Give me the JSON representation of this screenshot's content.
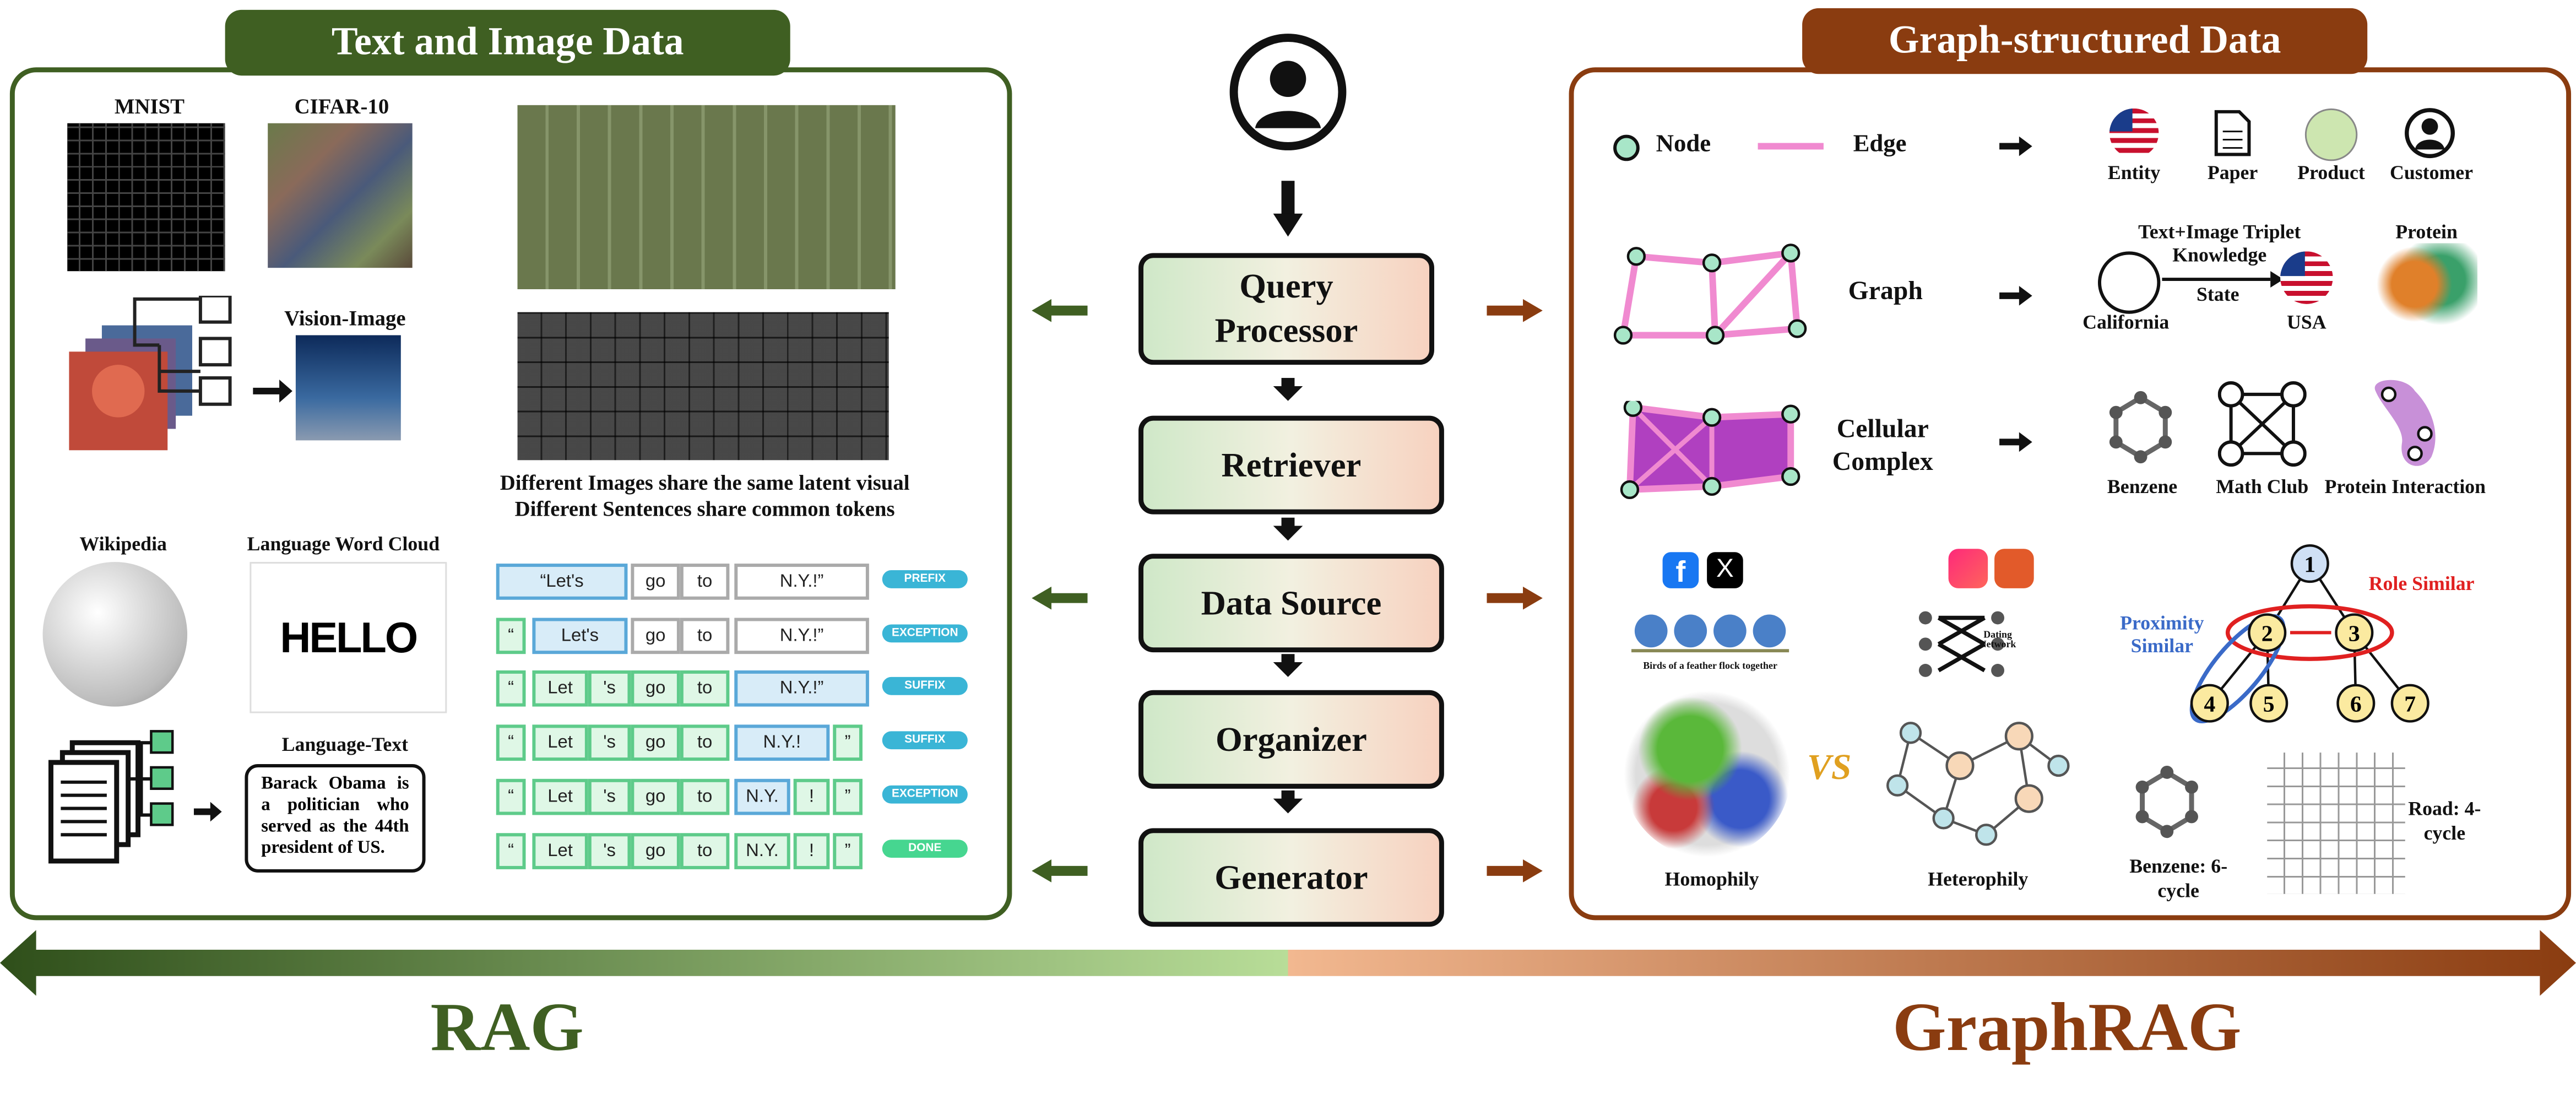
{
  "left_panel": {
    "title": "Text and Image Data",
    "mnist": "MNIST",
    "cifar": "CIFAR-10",
    "vision_image": "Vision-Image",
    "latent_caption_1": "Different Images share the same latent visual",
    "latent_caption_2": "Different Sentences share common tokens",
    "wikipedia": "Wikipedia",
    "word_cloud": "Language Word Cloud",
    "language_text": "Language-Text",
    "obama_text": "Barack Obama is a politician who served as the 44th president of US.",
    "tokens": {
      "row1": [
        "“Let's",
        "go",
        "to",
        "N.Y.!”"
      ],
      "row2": [
        "“",
        "Let's",
        "go",
        "to",
        "N.Y.!”"
      ],
      "row3": [
        "“",
        "Let",
        "'s",
        "go",
        "to",
        "N.Y.!”"
      ],
      "row4": [
        "“",
        "Let",
        "'s",
        "go",
        "to",
        "N.Y.!",
        "”"
      ],
      "row5": [
        "“",
        "Let",
        "'s",
        "go",
        "to",
        "N.Y.",
        "!",
        "”"
      ],
      "row6": [
        "“",
        "Let",
        "'s",
        "go",
        "to",
        "N.Y.",
        "!",
        "”"
      ]
    },
    "pills": [
      "PREFIX",
      "EXCEPTION",
      "SUFFIX",
      "SUFFIX",
      "EXCEPTION",
      "DONE"
    ]
  },
  "pipeline": {
    "steps": [
      "Query Processor",
      "Retriever",
      "Data Source",
      "Organizer",
      "Generator"
    ]
  },
  "right_panel": {
    "title": "Graph-structured Data",
    "node": "Node",
    "edge": "Edge",
    "entity": "Entity",
    "paper": "Paper",
    "product": "Product",
    "customer": "Customer",
    "graph": "Graph",
    "triplet_title": "Text+Image Triplet",
    "knowledge": "Knowledge",
    "state": "State",
    "california": "California",
    "usa": "USA",
    "protein": "Protein",
    "cellular": "Cellular Complex",
    "benzene": "Benzene",
    "math_club": "Math Club",
    "protein_interaction": "Protein Interaction",
    "birds_caption": "Birds of a feather flock together",
    "dating_network": "Dating Network",
    "homophily": "Homophily",
    "heterophily": "Heterophily",
    "vs": "VS",
    "role_similar": "Role Similar",
    "proximity_similar": "Proximity Similar",
    "tree_nodes": [
      "1",
      "2",
      "3",
      "4",
      "5",
      "6",
      "7"
    ],
    "benzene_cycle": "Benzene: 6-cycle",
    "road_cycle": "Road: 4-cycle",
    "icon_x": "X",
    "icon_fb": "f"
  },
  "bottom": {
    "rag": "RAG",
    "graphrag": "GraphRAG"
  },
  "colors": {
    "rag_green": "#3f5f22",
    "graph_brown": "#8a3c10",
    "node_fill": "#a8e6c8",
    "edge_pink": "#f08ad0"
  }
}
